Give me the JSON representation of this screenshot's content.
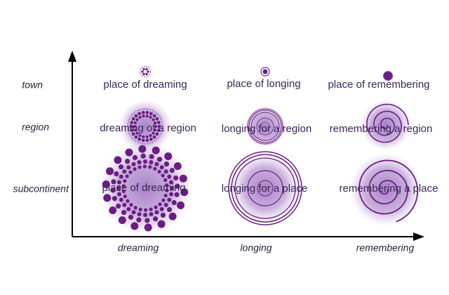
{
  "axes": {
    "y_labels": [
      "town",
      "region",
      "subcontinent"
    ],
    "x_labels": [
      "dreaming",
      "longing",
      "remembering"
    ]
  },
  "cells": {
    "town": [
      "place of dreaming",
      "place of longing",
      "place of remembering"
    ],
    "region": [
      "dreaming of a region",
      "longing for a region",
      "remembering a region"
    ],
    "subcontinent": [
      "place of dreaming",
      "longing for a place",
      "remembering a place"
    ]
  },
  "colors": {
    "accent": "#6a1d82",
    "glow": "#a070c0",
    "text": "#3a2458"
  }
}
